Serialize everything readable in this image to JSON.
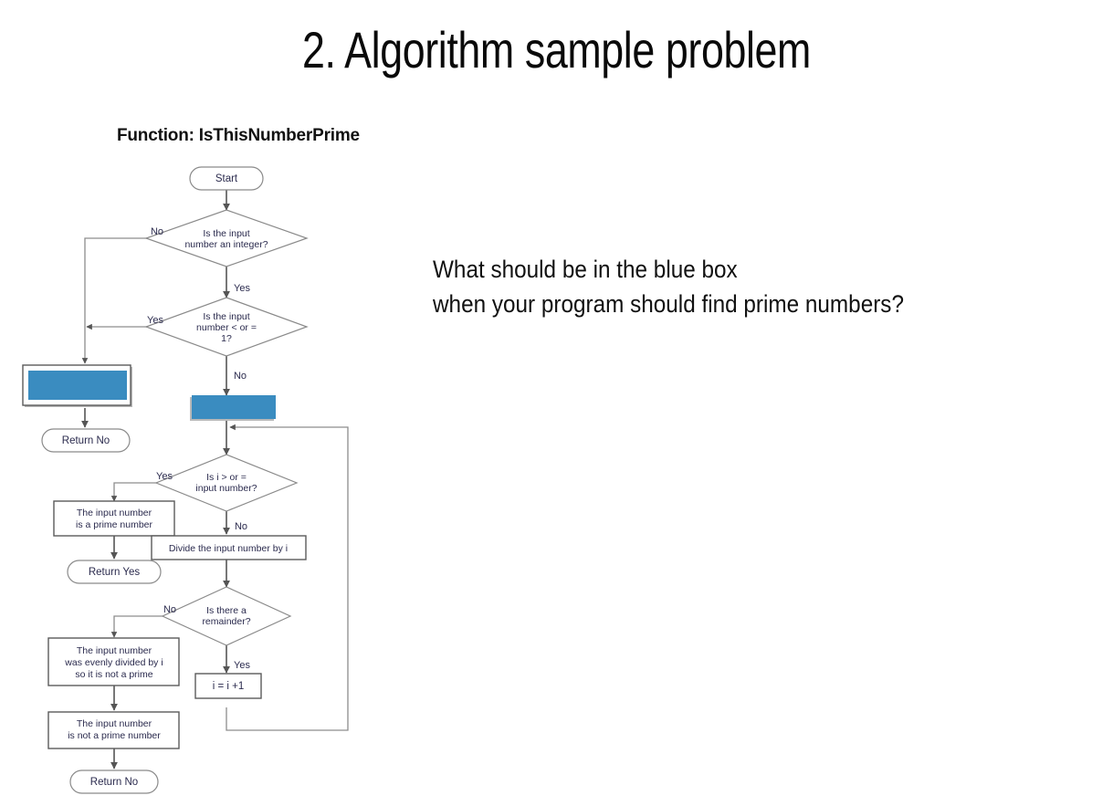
{
  "slide": {
    "title": "2. Algorithm sample problem"
  },
  "question": {
    "line1": "What should be in the blue box",
    "line2": "when your program should find prime numbers?"
  },
  "flowchart": {
    "title": "Function: IsThisNumberPrime",
    "accent_color": "#3a8cc0",
    "line_color": "#555555",
    "text_color": "#2b2b4e",
    "nodes": [
      {
        "id": "start",
        "type": "terminator",
        "label": "Start"
      },
      {
        "id": "d1",
        "type": "decision",
        "label_line1": "Is the input",
        "label_line2": "number an integer?",
        "label_line3": ""
      },
      {
        "id": "d2",
        "type": "decision",
        "label_line1": "Is the input",
        "label_line2": "number < or =",
        "label_line3": "1?"
      },
      {
        "id": "blue_left",
        "type": "process-blue-empty",
        "label": ""
      },
      {
        "id": "return_no_1",
        "type": "terminator",
        "label": "Return No"
      },
      {
        "id": "blue_mid",
        "type": "process-blue-empty",
        "label": ""
      },
      {
        "id": "d3",
        "type": "decision",
        "label_line1": "Is i > or =",
        "label_line2": "input number?",
        "label_line3": ""
      },
      {
        "id": "prime_box",
        "type": "process",
        "label_line1": "The input number",
        "label_line2": "is a prime number",
        "label_line3": ""
      },
      {
        "id": "return_yes",
        "type": "terminator",
        "label": "Return Yes"
      },
      {
        "id": "divide_box",
        "type": "process",
        "label_line1": "Divide the input number by i",
        "label_line2": "",
        "label_line3": ""
      },
      {
        "id": "d4",
        "type": "decision",
        "label_line1": "Is there a",
        "label_line2": "remainder?",
        "label_line3": ""
      },
      {
        "id": "increment_box",
        "type": "process",
        "label_line1": "i = i +1",
        "label_line2": "",
        "label_line3": ""
      },
      {
        "id": "not_prime_why",
        "type": "process",
        "label_line1": "The input number",
        "label_line2": "was evenly divided by i",
        "label_line3": "so it is not a prime"
      },
      {
        "id": "not_prime_box",
        "type": "process",
        "label_line1": "The input number",
        "label_line2": "is not a prime number",
        "label_line3": ""
      },
      {
        "id": "return_no_2",
        "type": "terminator",
        "label": "Return No"
      }
    ],
    "edge_labels": {
      "d1_no": "No",
      "d1_yes": "Yes",
      "d2_yes": "Yes",
      "d2_no": "No",
      "d3_yes": "Yes",
      "d3_no": "No",
      "d4_no": "No",
      "d4_yes": "Yes"
    }
  }
}
